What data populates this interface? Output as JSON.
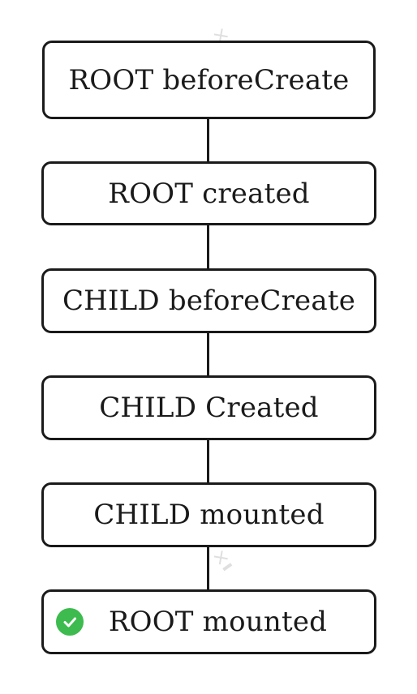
{
  "colors": {
    "stroke": "#1a1a1a",
    "node_fill": "#ffffff",
    "check_green": "#3dbb4e"
  },
  "nodes": [
    {
      "label": "ROOT beforeCreate"
    },
    {
      "label": "ROOT created"
    },
    {
      "label": "CHILD beforeCreate"
    },
    {
      "label": "CHILD Created"
    },
    {
      "label": "CHILD mounted"
    },
    {
      "label": "ROOT mounted",
      "icon": "check-circle-icon"
    }
  ]
}
